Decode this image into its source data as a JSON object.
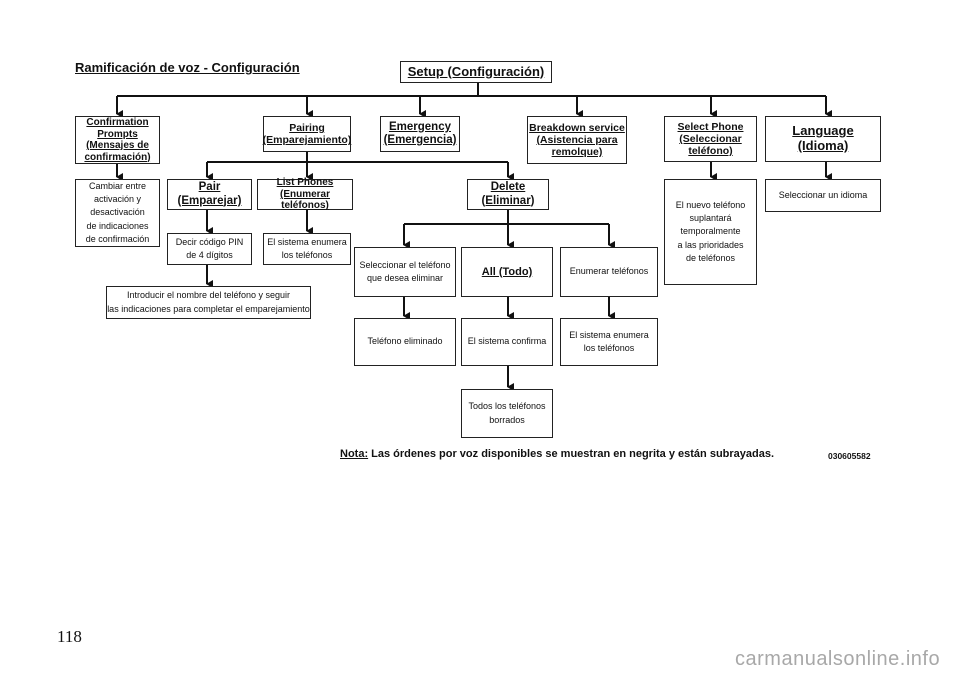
{
  "heading": "Ramificación de voz - Configuración",
  "root": "Setup (Configuración)",
  "level1": {
    "confirmation": [
      "Confirmation",
      "Prompts",
      "(Mensajes de",
      "confirmación)"
    ],
    "pairing": [
      "Pairing",
      "(Emparejamiento)"
    ],
    "emergency": [
      "Emergency",
      "(Emergencia)"
    ],
    "breakdown": [
      "Breakdown service",
      "(Asistencia para",
      "remolque)"
    ],
    "select_phone": [
      "Select Phone",
      "(Seleccionar",
      "teléfono)"
    ],
    "language": [
      "Language",
      "(Idioma)"
    ]
  },
  "confirmation_info": [
    "Cambiar entre",
    "activación y",
    "desactivación",
    "de indicaciones",
    "de confirmación"
  ],
  "pair": [
    "Pair",
    "(Emparejar)"
  ],
  "list_phones": [
    "List Phones",
    "(Enumerar teléfonos)"
  ],
  "delete": [
    "Delete",
    "(Eliminar)"
  ],
  "pin_info": [
    "Decir código PIN",
    "de 4 dígitos"
  ],
  "list_info": [
    "El sistema enumera",
    "los teléfonos"
  ],
  "name_info": [
    "Introducir el nombre del teléfono y seguir",
    "las indicaciones para completar el emparejamiento"
  ],
  "select_delete_info": [
    "Seleccionar el teléfono",
    "que desea eliminar"
  ],
  "all": "All (Todo)",
  "enumerate_info": "Enumerar teléfonos",
  "deleted_info": "Teléfono eliminado",
  "confirms_info": "El sistema confirma",
  "enumerate_list_info": [
    "El sistema enumera",
    "los teléfonos"
  ],
  "all_deleted_info": [
    "Todos los teléfonos",
    "borrados"
  ],
  "select_phone_info": [
    "El nuevo teléfono",
    "suplantará",
    "temporalmente",
    "a las prioridades",
    "de teléfonos"
  ],
  "language_info": "Seleccionar un idioma",
  "note": {
    "label": "Nota:",
    "text": "Las órdenes por voz disponibles se muestran en negrita y están subrayadas."
  },
  "figure_code": "030605582",
  "page_number": "118",
  "watermark": "carmanualsonline.info"
}
